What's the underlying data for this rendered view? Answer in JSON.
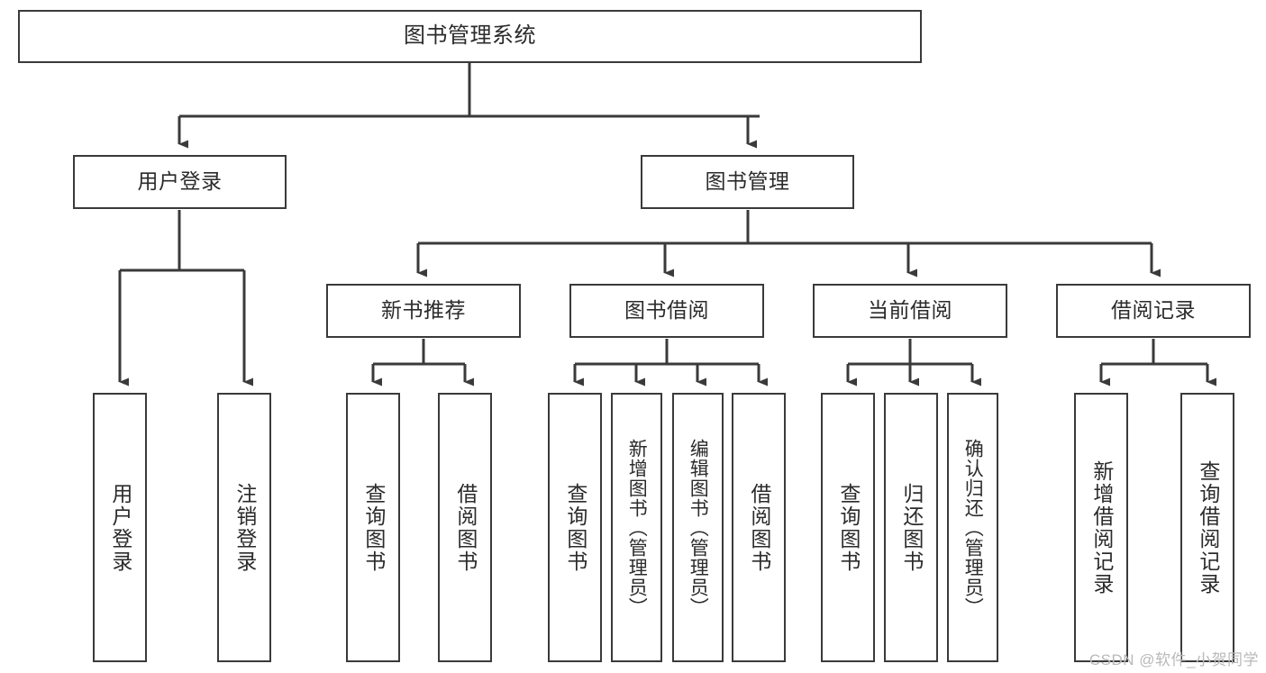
{
  "diagram": {
    "title": "图书管理系统",
    "watermark": "CSDN @软件_小贺同学",
    "edge_color": "#3a3a3a",
    "node_border_color": "#3a3a3a",
    "node_fill_color": "#ffffff",
    "text_color": "#2b2b2b",
    "watermark_color": "#b9b9b9"
  },
  "nodes": {
    "root": {
      "label": "图书管理系统"
    },
    "level2": [
      {
        "label": "用户登录"
      },
      {
        "label": "图书管理"
      }
    ],
    "level3": [
      {
        "label": "新书推荐"
      },
      {
        "label": "图书借阅"
      },
      {
        "label": "当前借阅"
      },
      {
        "label": "借阅记录"
      }
    ],
    "leaves": {
      "user_login": [
        {
          "label": "用户登录"
        },
        {
          "label": "注销登录"
        }
      ],
      "new_book": [
        {
          "label": "查询图书"
        },
        {
          "label": "借阅图书"
        }
      ],
      "book_borrow": [
        {
          "label": "查询图书"
        },
        {
          "label": "新增图书（管理员）"
        },
        {
          "label": "编辑图书（管理员）"
        },
        {
          "label": "借阅图书"
        }
      ],
      "current_borrow": [
        {
          "label": "查询图书"
        },
        {
          "label": "归还图书"
        },
        {
          "label": "确认归还（管理员）"
        }
      ],
      "borrow_record": [
        {
          "label": "新增借阅记录"
        },
        {
          "label": "查询借阅记录"
        }
      ]
    }
  }
}
